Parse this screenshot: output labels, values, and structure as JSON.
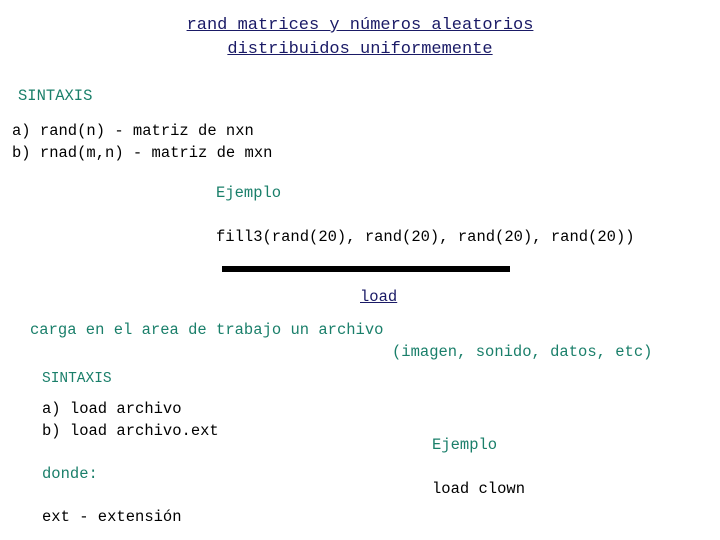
{
  "title": {
    "line1": "rand matrices y números aleatorios",
    "line2": "distribuidos uniformemente"
  },
  "rand_section": {
    "syntax_heading": "SINTAXIS",
    "syntax_a": "a) rand(n) - matriz de nxn",
    "syntax_b": "b) rnad(m,n) - matriz de mxn",
    "example_heading": "Ejemplo",
    "example_code": "fill3(rand(20), rand(20), rand(20), rand(20))"
  },
  "load_section": {
    "heading": "load",
    "description_line1": "carga en el area de trabajo un archivo",
    "description_line2": "(imagen, sonido, datos, etc)",
    "syntax_heading": "SINTAXIS",
    "syntax_a": "a) load archivo",
    "syntax_b": "b) load archivo.ext",
    "where_label": "donde:",
    "where_def": "ext - extensión",
    "example_heading": "Ejemplo",
    "example_code": "load clown"
  },
  "colors": {
    "title": "#1a1a66",
    "accent_green": "#1a7f6a",
    "text": "#000000"
  }
}
